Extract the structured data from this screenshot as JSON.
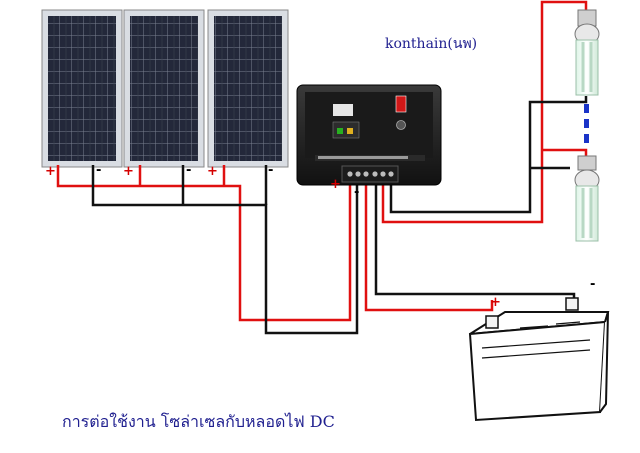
{
  "diagram": {
    "author_label": "konthain(นพ)",
    "caption": "การต่อใช้งาน โซล่าเซลกับหลอดไฟ DC",
    "panel_terminals": [
      {
        "plus": "+",
        "minus": "-"
      },
      {
        "plus": "+",
        "minus": "-"
      },
      {
        "plus": "+",
        "minus": "-"
      }
    ],
    "controller_terminals": {
      "plus": "+",
      "minus": "-"
    },
    "battery_terminals": {
      "plus": "+",
      "minus": "-"
    },
    "wire_colors": {
      "positive": "#e01010",
      "negative": "#111111"
    },
    "bulb_count": 2
  }
}
